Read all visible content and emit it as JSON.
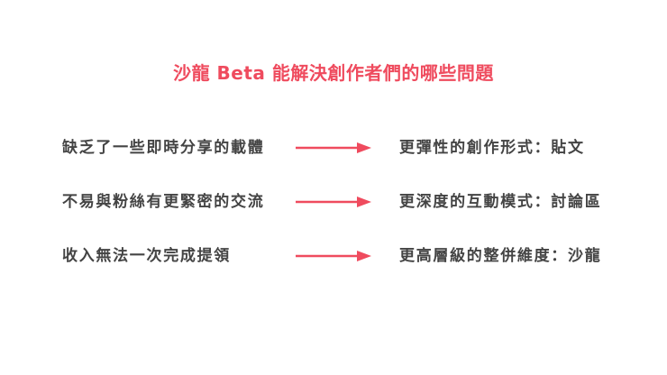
{
  "colors": {
    "accent": "#ef4b5e",
    "text": "#444444",
    "background": "#ffffff"
  },
  "title": "沙龍 Beta 能解決創作者們的哪些問題",
  "rows": [
    {
      "problem": "缺乏了一些即時分享的載體",
      "arrow_icon": "arrow-right-icon",
      "solution": "更彈性的創作形式：貼文"
    },
    {
      "problem": "不易與粉絲有更緊密的交流",
      "arrow_icon": "arrow-right-icon",
      "solution": "更深度的互動模式：討論區"
    },
    {
      "problem": "收入無法一次完成提領",
      "arrow_icon": "arrow-right-icon",
      "solution": "更高層級的整併維度：沙龍"
    }
  ]
}
